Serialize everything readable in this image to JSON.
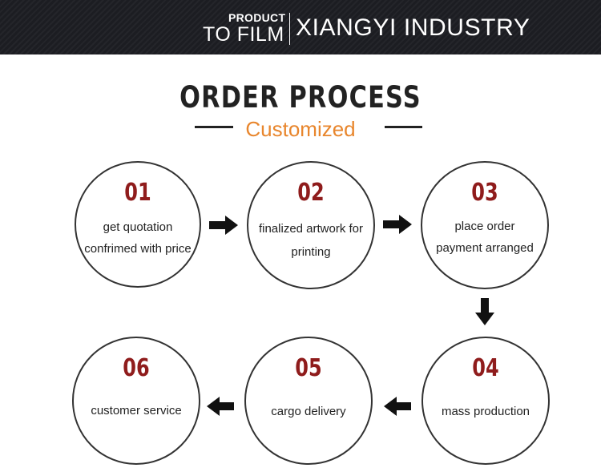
{
  "banner": {
    "product_label": "PRODUCT",
    "to_film_label": "TO FILM",
    "brand": "XIANGYI INDUSTRY"
  },
  "title": "ORDER PROCESS",
  "subtitle": "Customized",
  "colors": {
    "number": "#8f1c1c",
    "subtitle": "#e8862d",
    "banner": "#1c1d22",
    "stroke": "#333333"
  },
  "steps": [
    {
      "number": "01",
      "lines": [
        "get quotation",
        "confrimed with price"
      ]
    },
    {
      "number": "02",
      "lines": [
        "finalized artwork for",
        "printing"
      ]
    },
    {
      "number": "03",
      "lines": [
        "place order",
        "payment arranged"
      ]
    },
    {
      "number": "04",
      "lines": [
        "mass production"
      ]
    },
    {
      "number": "05",
      "lines": [
        "cargo delivery"
      ]
    },
    {
      "number": "06",
      "lines": [
        "customer service"
      ]
    }
  ],
  "arrows": [
    {
      "from": "01",
      "to": "02",
      "direction": "right"
    },
    {
      "from": "02",
      "to": "03",
      "direction": "right"
    },
    {
      "from": "03",
      "to": "04",
      "direction": "down"
    },
    {
      "from": "04",
      "to": "05",
      "direction": "left"
    },
    {
      "from": "05",
      "to": "06",
      "direction": "left"
    }
  ]
}
